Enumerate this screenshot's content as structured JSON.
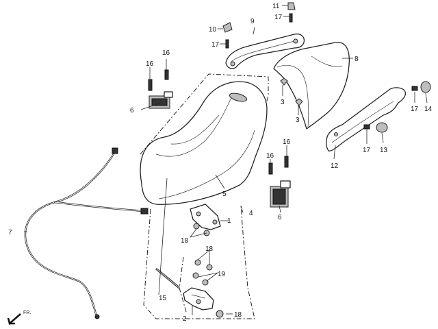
{
  "callouts": {
    "c1": "1",
    "c2": "2",
    "c3a": "3",
    "c3b": "3",
    "c4": "4",
    "c5": "5",
    "c6a": "6",
    "c6b": "6",
    "c7": "7",
    "c8": "8",
    "c9": "9",
    "c10": "10",
    "c11": "11",
    "c12": "12",
    "c13": "13",
    "c14": "14",
    "c15": "15",
    "c16a": "16",
    "c16b": "16",
    "c16c": "16",
    "c16d": "16",
    "c17a": "17",
    "c17b": "17",
    "c17c": "17",
    "c17d": "17",
    "c18a": "18",
    "c18b": "18",
    "c18c": "18",
    "c19": "19"
  },
  "direction_label": "FR."
}
